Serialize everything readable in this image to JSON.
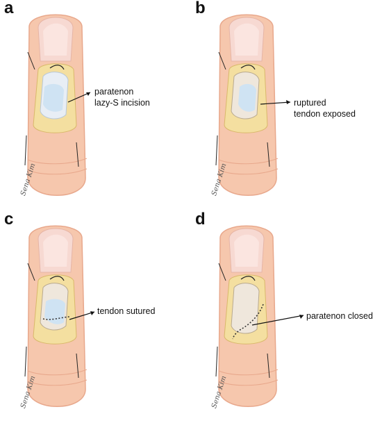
{
  "panels": [
    {
      "id": "a",
      "letter": "a",
      "labels": [
        "paratenon",
        "lazy-S incision"
      ]
    },
    {
      "id": "b",
      "letter": "b",
      "labels": [
        "ruptured",
        "tendon exposed"
      ]
    },
    {
      "id": "c",
      "letter": "c",
      "labels": [
        "tendon sutured"
      ]
    },
    {
      "id": "d",
      "letter": "d",
      "labels": [
        "paratenon closed"
      ]
    }
  ],
  "signature": "Sena Kim",
  "colors": {
    "skin": "#f6c7ad",
    "skin_edge": "#e8a88c",
    "nail": "#f7d9d2",
    "fat": "#f4dfa0",
    "tendon": "#cfe3f3",
    "paratenon": "#efe7dc"
  }
}
